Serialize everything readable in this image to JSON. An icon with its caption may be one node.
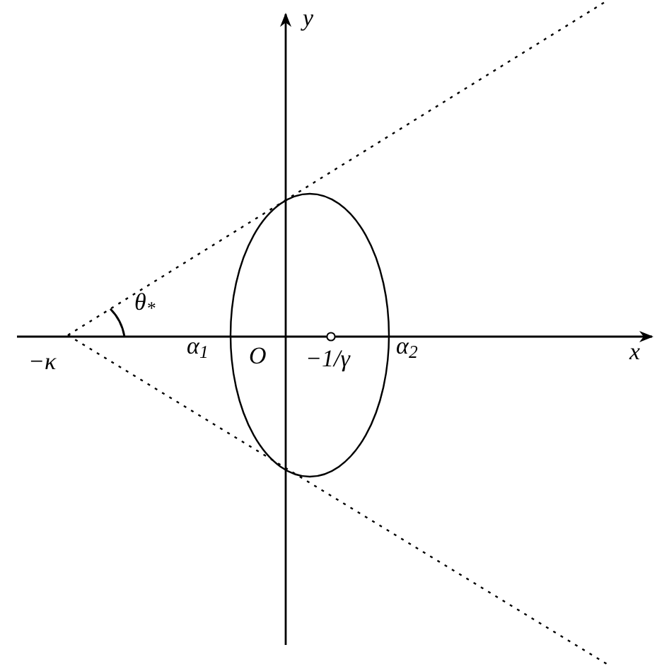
{
  "diagram": {
    "labels": [
      "y",
      "x",
      "θ$_{*}$",
      "−κ",
      "α$_{1}$",
      "O",
      "−1/γ",
      "α$_{2}$"
    ]
  }
}
